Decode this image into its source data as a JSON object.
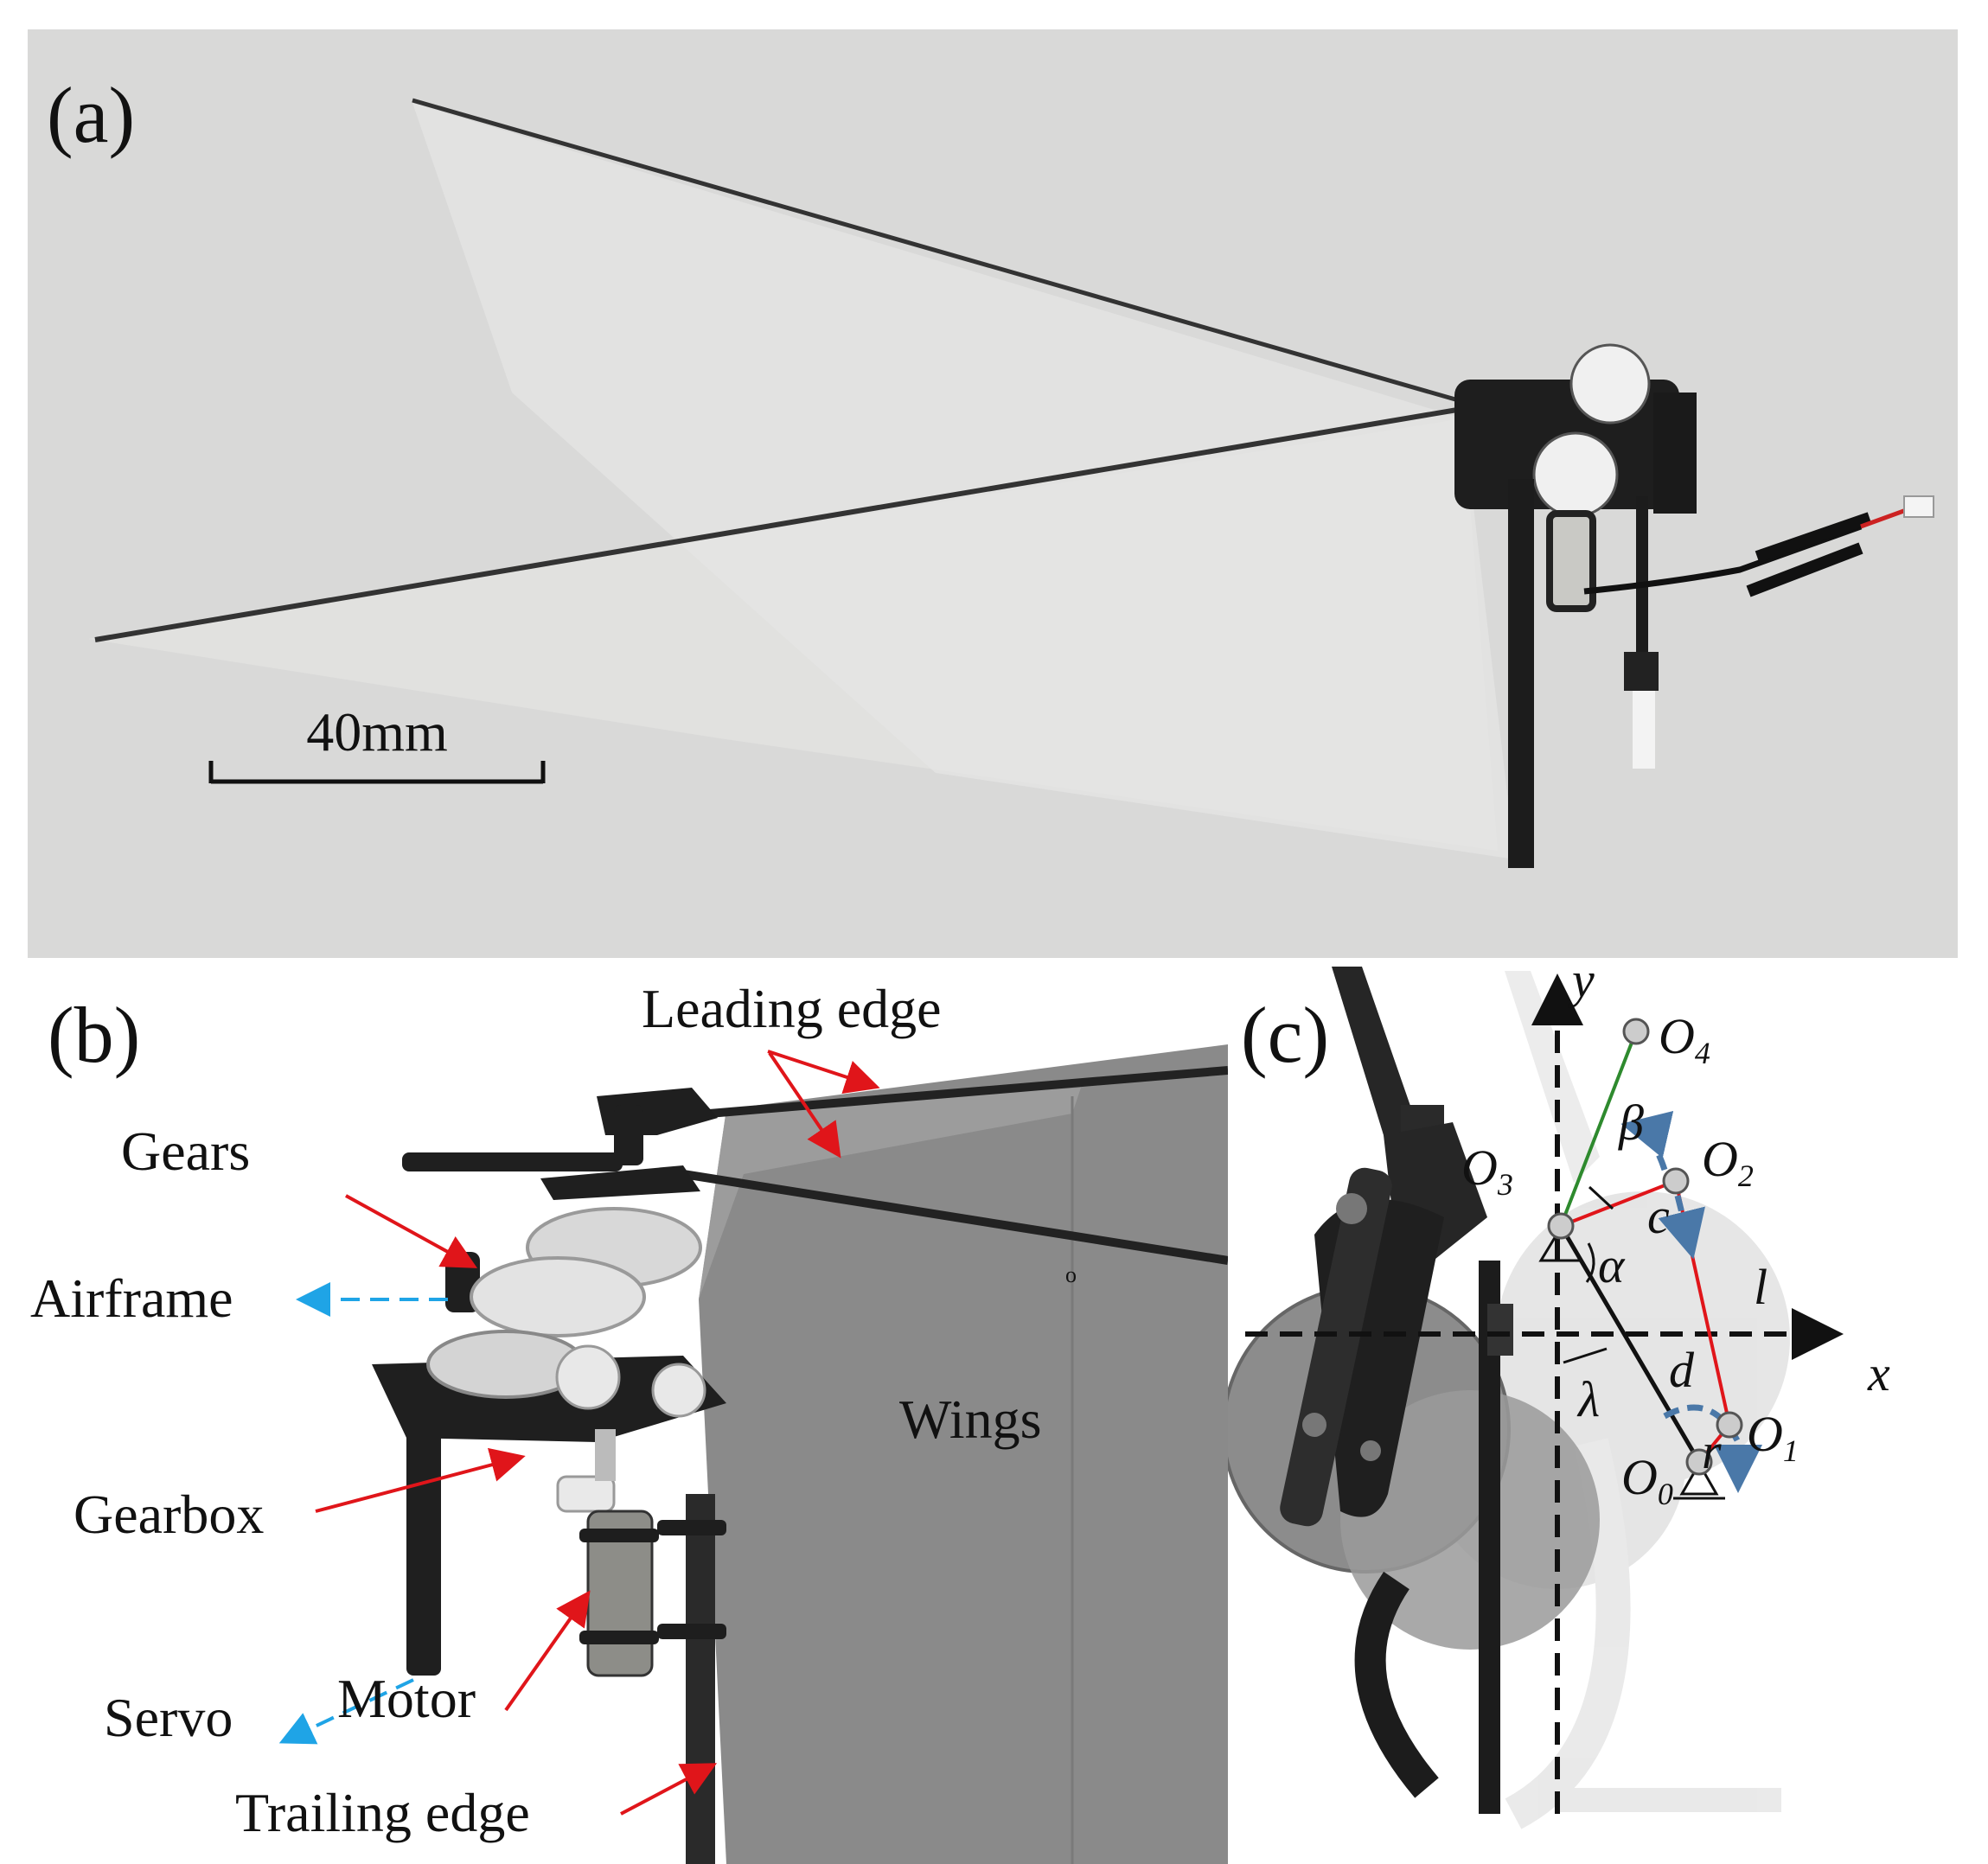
{
  "panel_a": {
    "label": "(a)",
    "scale_bar_text": "40mm"
  },
  "panel_b": {
    "label": "(b)",
    "annotations": {
      "leading_edge": "Leading edge",
      "gears": "Gears",
      "airframe": "Airframe",
      "gearbox": "Gearbox",
      "servo": "Servo",
      "motor": "Motor",
      "trailing_edge": "Trailing edge",
      "wings": "Wings",
      "small_mark": "o"
    }
  },
  "panel_c": {
    "label": "(c)",
    "axes": {
      "x": "x",
      "y": "y"
    },
    "points": [
      {
        "base": "O",
        "sub": "0"
      },
      {
        "base": "O",
        "sub": "1"
      },
      {
        "base": "O",
        "sub": "2"
      },
      {
        "base": "O",
        "sub": "3"
      },
      {
        "base": "O",
        "sub": "4"
      }
    ],
    "symbols": {
      "alpha": "α",
      "beta": "β",
      "lambda": "λ",
      "c": "c",
      "l": "l",
      "d": "d",
      "r": "r"
    }
  },
  "colors": {
    "link_red": "#e0151a",
    "link_green": "#2e8a2e",
    "arrow_blue": "#4a78a8",
    "dashed_blue": "#1fa4e6",
    "annotation_red": "#e0151a"
  }
}
